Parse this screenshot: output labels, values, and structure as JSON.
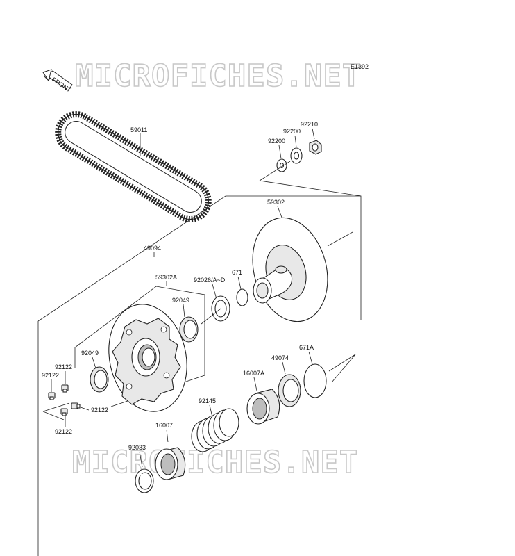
{
  "diagram_code": "E1392",
  "front_arrow_text": "FRONT",
  "watermark": "MICROFICHES.NET",
  "callouts": {
    "p59011": "59011",
    "p92210": "92210",
    "p92200a": "92200",
    "p92200b": "92200",
    "p59302": "59302",
    "p49094": "49094",
    "p671": "671",
    "p92026": "92026/A~D",
    "p59302A": "59302A",
    "p92049a": "92049",
    "p92049b": "92049",
    "p92122a": "92122",
    "p92122b": "92122",
    "p92122c": "92122",
    "p92122d": "92122",
    "p49074": "49074",
    "p671A": "671A",
    "p16007A": "16007A",
    "p92145": "92145",
    "p16007": "16007",
    "p92033": "92033"
  }
}
